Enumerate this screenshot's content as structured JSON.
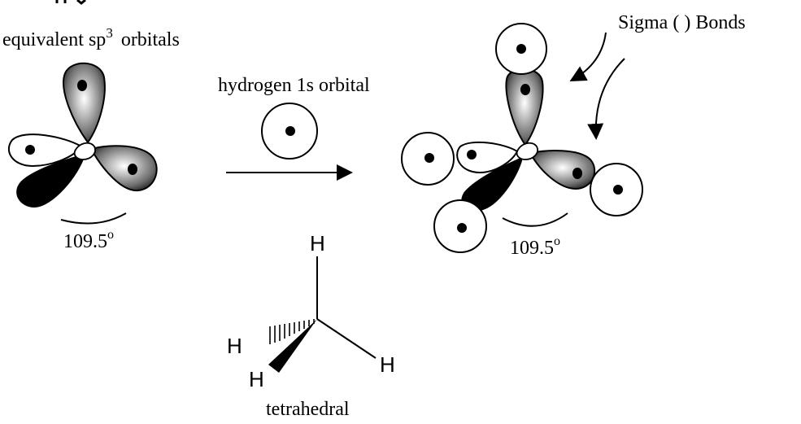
{
  "labels": {
    "sp3_prefix": "equivalent sp",
    "sp3_superscript": "3",
    "sp3_suffix": "orbitals",
    "hydrogen": "hydrogen 1s orbital",
    "sigma": "Sigma (   ) Bonds",
    "angle_value": "109.5",
    "angle_unit": "o",
    "geometry": "tetrahedral"
  },
  "atoms": {
    "h_top": "H",
    "h_dashed": "H",
    "h_wedge": "H",
    "h_right": "H"
  },
  "colors": {
    "ink": "#000000",
    "lobe_dark": "#1a1a1a",
    "lobe_mid": "#8c8c8c",
    "lobe_light": "#f0f0f0",
    "background": "#ffffff"
  }
}
